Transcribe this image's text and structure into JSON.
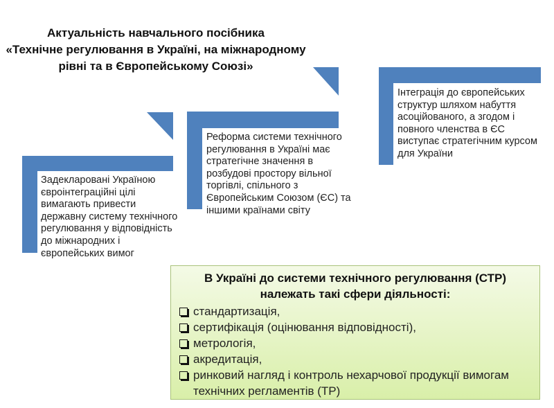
{
  "title": {
    "line1": "Актуальність навчального посібника",
    "line2": "«Технічне регулювання в Україні, на міжнародному",
    "line3": "рівні та в Європейському Союзі»"
  },
  "steps": [
    {
      "text": "Задекларовані Україною євроінтеграційні цілі вимагають привести державну систему технічного регулювання у відповідність до міжнародних і європейських вимог"
    },
    {
      "text": "Реформа системи технічного регулювання в Україні має стратегічне значення в розбудові простору вільної торгівлі, спільного з Європейським Союзом (ЄС) та іншими країнами світу"
    },
    {
      "text": "Інтеграція до європейських структур шляхом набуття асоційованого, а згодом і повного членства в ЄС виступає стратегічним курсом для України"
    }
  ],
  "box": {
    "heading": "В Україні до системи технічного регулювання (СТР) належать такі сфери діяльності:",
    "items": [
      "стандартизація,",
      "сертифікація (оцінювання відповідності),",
      "метрологія,",
      "акредитація,",
      "ринковий нагляд і контроль нехарчової продукції вимогам технічних регламентів (ТР)"
    ]
  },
  "colors": {
    "step_blue": "#4f81bd",
    "box_green": "#d9efa9"
  }
}
